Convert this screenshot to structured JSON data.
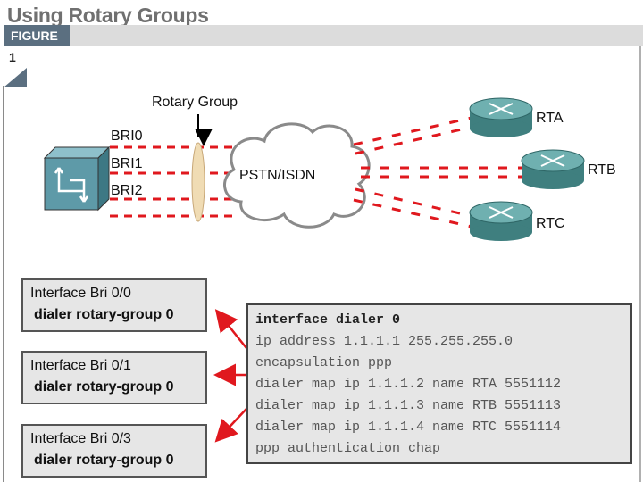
{
  "title": "Using Rotary Groups",
  "figure": {
    "tab": "FIGURE",
    "number": "1"
  },
  "diagram": {
    "rotary_label": "Rotary Group",
    "cloud_label": "PSTN/ISDN",
    "bri": [
      "BRI0",
      "BRI1",
      "BRI2"
    ],
    "routers": [
      "RTA",
      "RTB",
      "RTC"
    ]
  },
  "interfaces": [
    {
      "name": "Interface Bri 0/0",
      "cmd": "dialer rotary-group 0"
    },
    {
      "name": "Interface Bri 0/1",
      "cmd": "dialer rotary-group 0"
    },
    {
      "name": "Interface Bri 0/3",
      "cmd": "dialer rotary-group 0"
    }
  ],
  "config": [
    "interface dialer 0",
    "ip address 1.1.1.1 255.255.255.0",
    "encapsulation ppp",
    "dialer map ip 1.1.1.2 name RTA 5551112",
    "dialer map ip 1.1.1.3 name RTB 5551113",
    "dialer map ip 1.1.1.4 name RTC 5551114",
    "ppp authentication chap"
  ],
  "colors": {
    "link": "#e0181e",
    "router": "#4f8f8f",
    "switch": "#5e9aa8",
    "tab": "#5b6f80"
  }
}
